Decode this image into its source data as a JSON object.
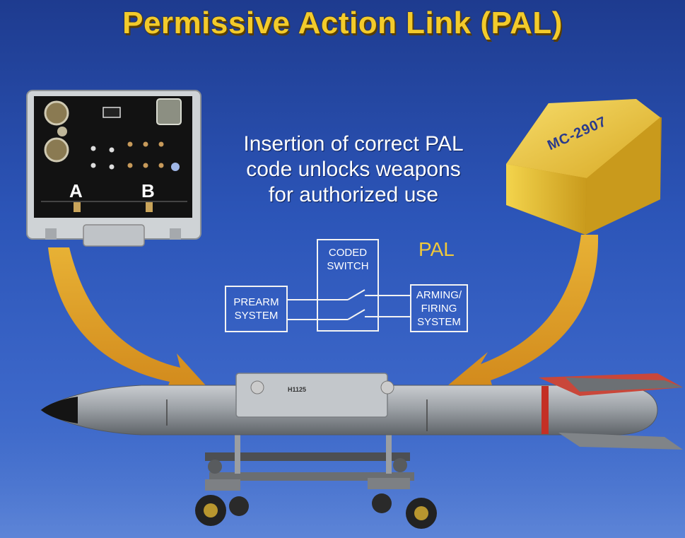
{
  "title": "Permissive Action Link (PAL)",
  "caption": {
    "line1": "Insertion of correct PAL",
    "line2": "code unlocks weapons",
    "line3": "for authorized use"
  },
  "pal_label": "PAL",
  "diagram": {
    "prearm": {
      "line1": "PREARM",
      "line2": "SYSTEM"
    },
    "coded": {
      "line1": "CODED",
      "line2": "SWITCH"
    },
    "arming": {
      "line1": "ARMING/",
      "line2": "FIRING",
      "line3": "SYSTEM"
    }
  },
  "controller": {
    "label_a": "A",
    "label_b": "B"
  },
  "module": {
    "label": "MC-2907"
  },
  "bomb": {
    "marking": "H1125"
  },
  "colors": {
    "title": "#f3cb2b",
    "background": "#2c55b8",
    "arrow": "#e6a21a",
    "module": "#e8c23a"
  }
}
